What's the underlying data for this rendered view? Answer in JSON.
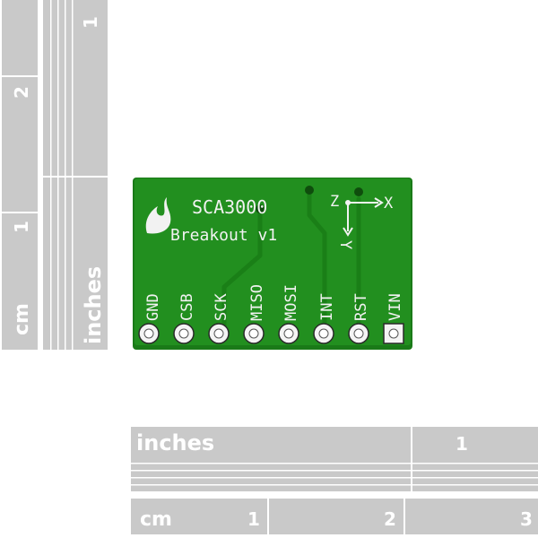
{
  "rulers": {
    "left_cm": {
      "unit": "cm",
      "numbers": [
        "2",
        "1"
      ]
    },
    "left_inches": {
      "unit": "inches",
      "numbers": [
        "1"
      ]
    },
    "bottom_inches": {
      "unit": "inches",
      "numbers": [
        "1"
      ]
    },
    "bottom_cm": {
      "unit": "cm",
      "numbers": [
        "1",
        "2",
        "3"
      ]
    }
  },
  "board": {
    "title": "SCA3000",
    "subtitle": "Breakout v1",
    "axes": {
      "z": "Z",
      "x": "X",
      "y": "Y"
    },
    "pins": [
      "GND",
      "CSB",
      "SCK",
      "MISO",
      "MOSI",
      "INT",
      "RST",
      "VIN"
    ],
    "colors": {
      "pcb": "#1f8a1c",
      "silkscreen": "#f2f2f2",
      "ruler_gray": "#c9c9c9"
    }
  }
}
